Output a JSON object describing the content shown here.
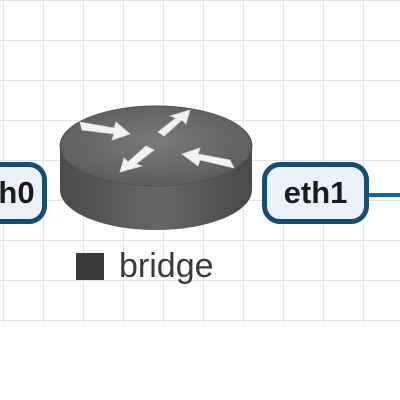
{
  "diagram": {
    "node": {
      "label": "bridge",
      "icon": "router-icon"
    },
    "interfaces": [
      {
        "label": "h0",
        "side": "left"
      },
      {
        "label": "eth1",
        "side": "right"
      }
    ],
    "colors": {
      "interface_border": "#174d74",
      "interface_fill": "#eaf3fb",
      "link": "#0f6ba3",
      "router_body": "#5e5e5e",
      "router_top": "#6e6e6e",
      "label_text": "#3a3a3a",
      "grid": "#e4e4e4"
    }
  }
}
